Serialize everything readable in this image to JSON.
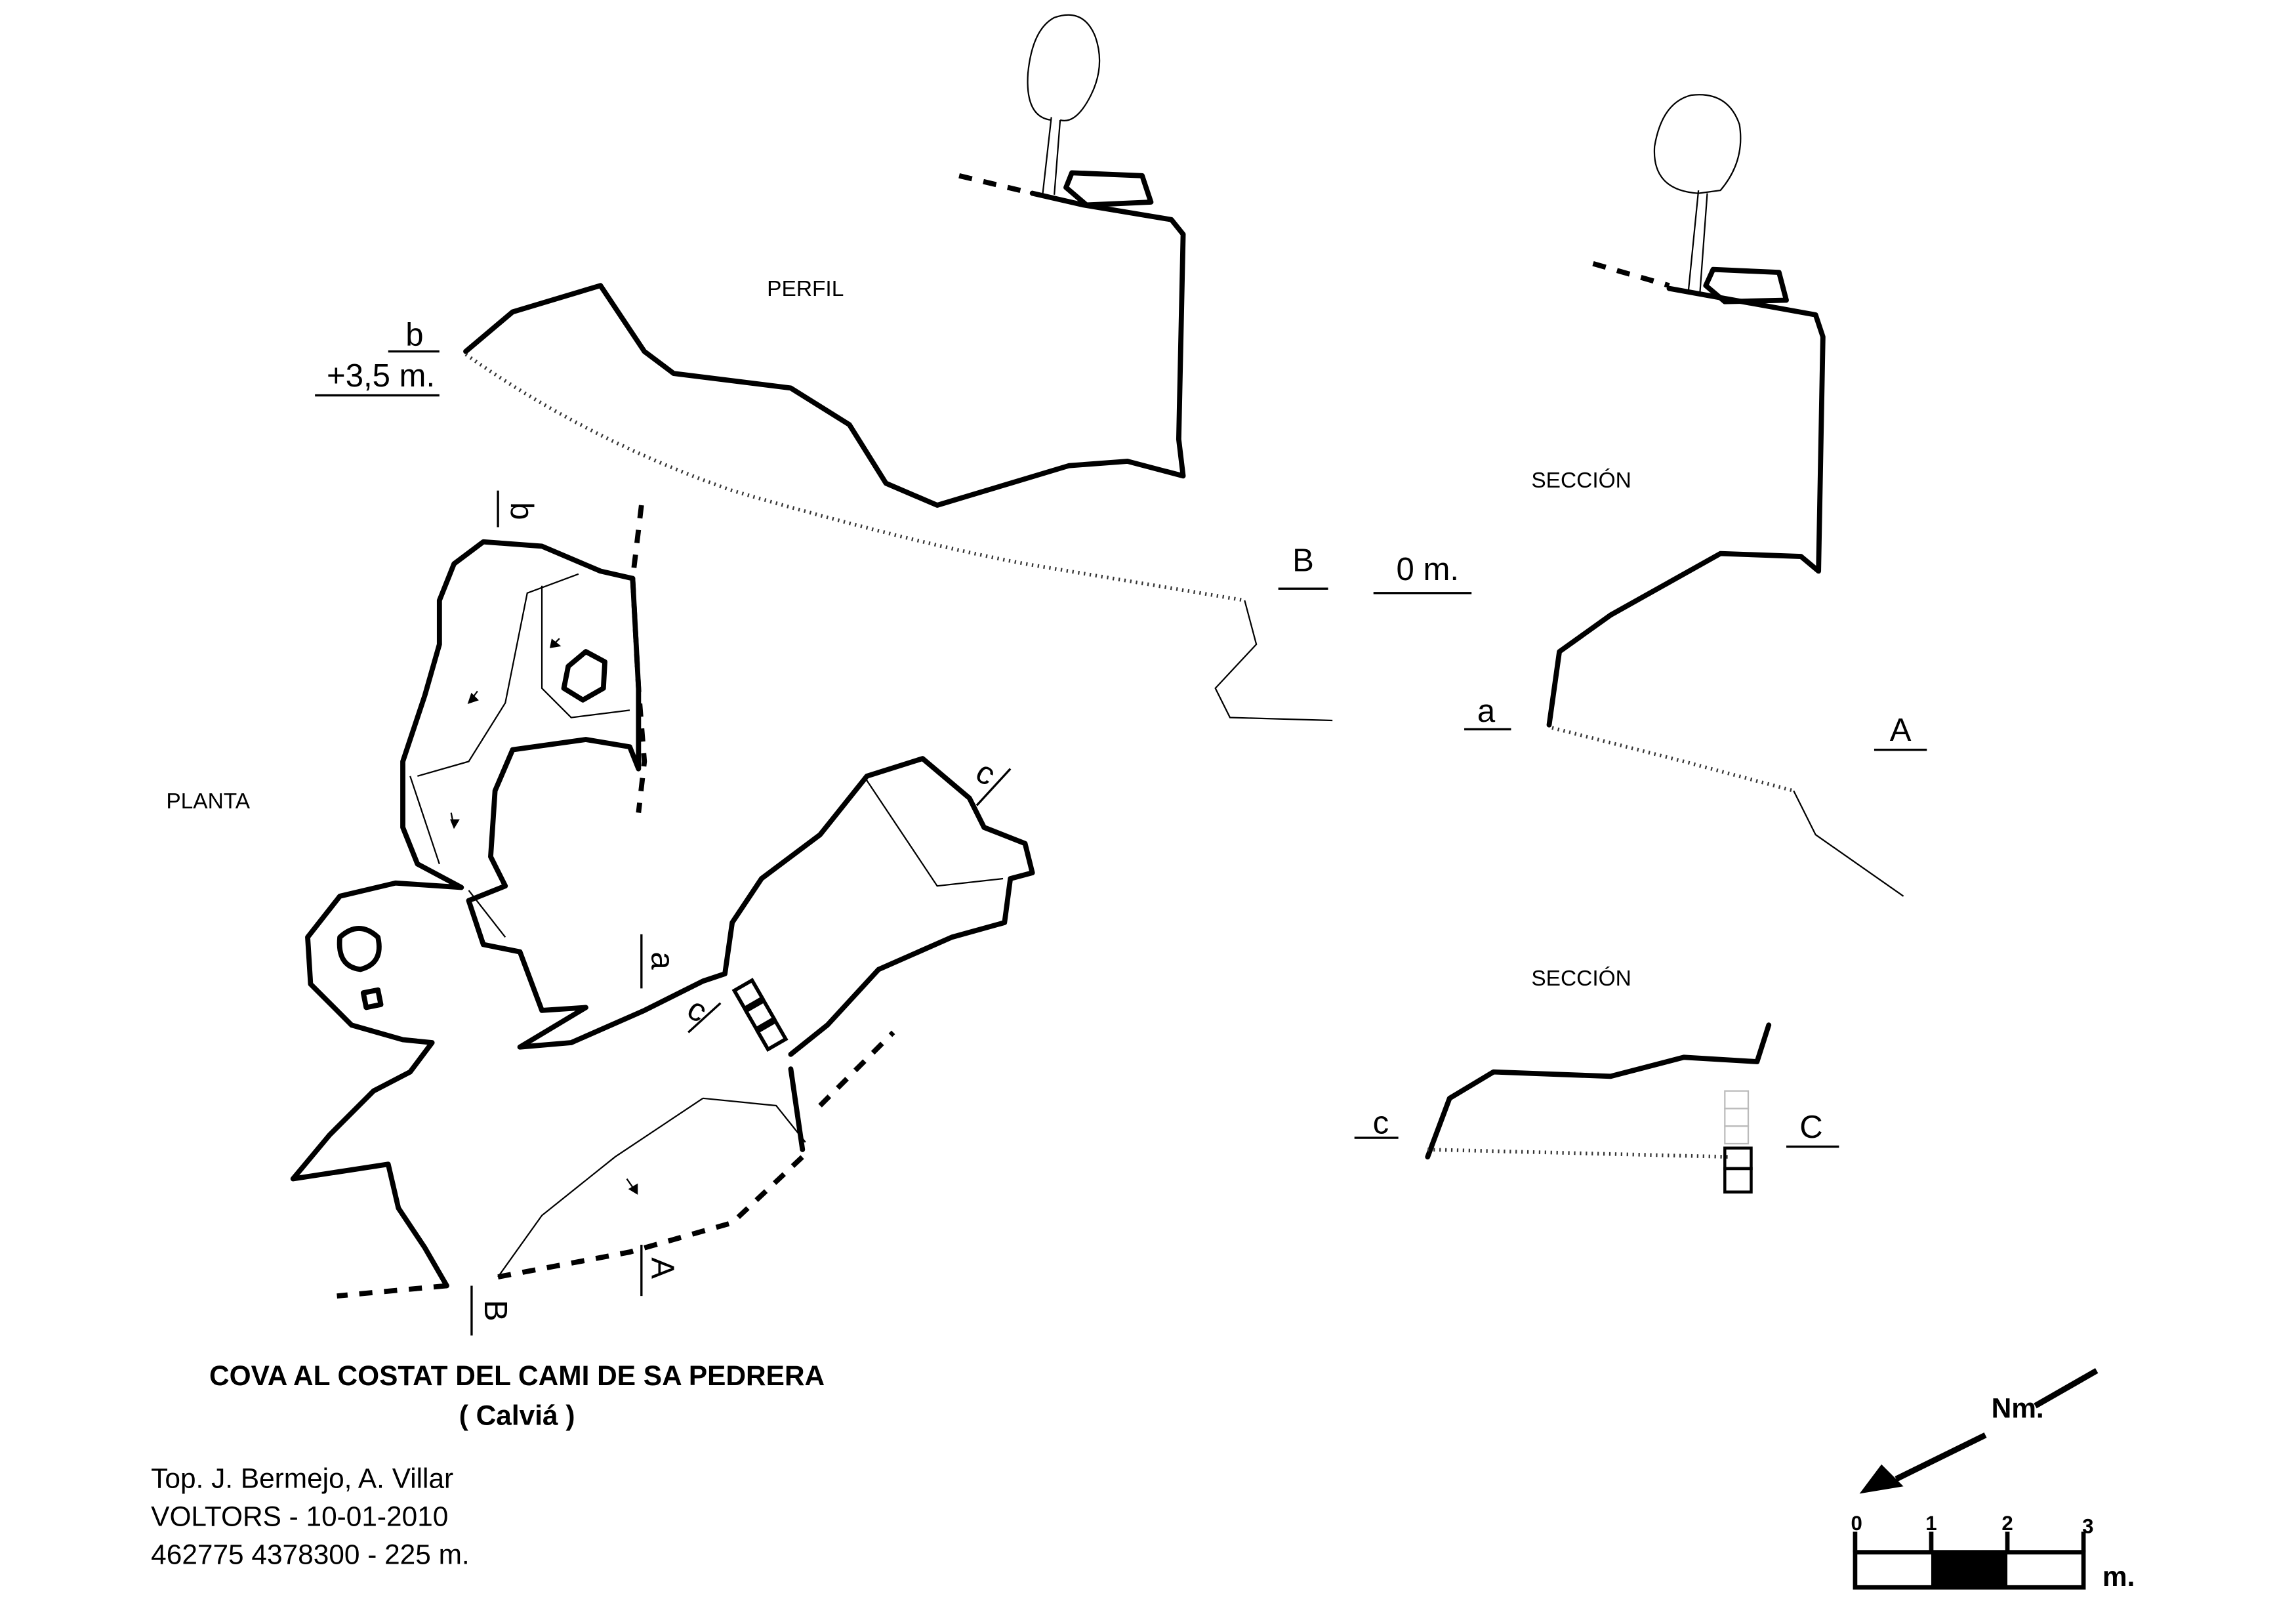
{
  "title": "COVA AL COSTAT DEL CAMI DE SA PEDRERA",
  "municipality": "( Calviá )",
  "credits": {
    "surveyors": "Top. J. Bermejo, A. Villar",
    "club_date": "VOLTORS - 10-01-2010",
    "coordinates": "462775 4378300 - 225 m."
  },
  "views": {
    "profile": {
      "label": "PERFIL",
      "mark_b": "b",
      "elevation_b": "+3,5 m.",
      "mark_B": "B",
      "elevation_B": "0 m."
    },
    "section_a": {
      "label": "SECCIÓN",
      "mark_a": "a",
      "mark_A": "A"
    },
    "section_c": {
      "label": "SECCIÓN",
      "mark_c": "c",
      "mark_C": "C"
    },
    "plan": {
      "label": "PLANTA",
      "mark_b": "b",
      "mark_a": "a",
      "mark_c1": "c",
      "mark_c2": "c",
      "mark_A": "A",
      "mark_B": "B"
    }
  },
  "north": {
    "label": "Nm."
  },
  "scale_bar": {
    "ticks": [
      "0",
      "1",
      "2",
      "3"
    ],
    "unit": "m."
  }
}
